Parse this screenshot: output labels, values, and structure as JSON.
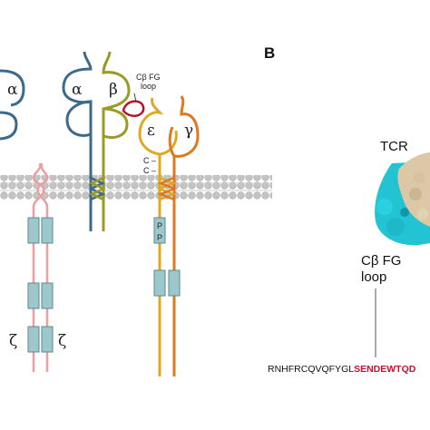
{
  "panelA": {
    "chains": {
      "alpha_left": "α",
      "alpha": "α",
      "beta": "β",
      "epsilon": "ε",
      "gamma": "γ",
      "zeta_left": "ζ",
      "zeta_right": "ζ"
    },
    "loop_label": "Cβ FG\nloop",
    "c_labels": [
      "C –",
      "C –"
    ],
    "p_labels": [
      "P",
      "P"
    ]
  },
  "panelB": {
    "letter": "B",
    "tcr_label": "TCR",
    "loop_label_line1": "Cβ FG",
    "loop_label_line2": "loop",
    "sequence_black": "RNHFRCQVQFYGL",
    "sequence_red": "SENDEWTQD"
  },
  "colors": {
    "tcr_chain": "#3c6a8a",
    "beta_chain": "#9a9a24",
    "cd3_chain": "#e0a820",
    "gamma_chain": "#e07820",
    "zeta_chain": "#e8a0a0",
    "itam_box": "#9cc8cc",
    "loop": "#b3172b",
    "protein_cyan": "#22c4d4",
    "protein_tan": "#dcc8a6"
  }
}
